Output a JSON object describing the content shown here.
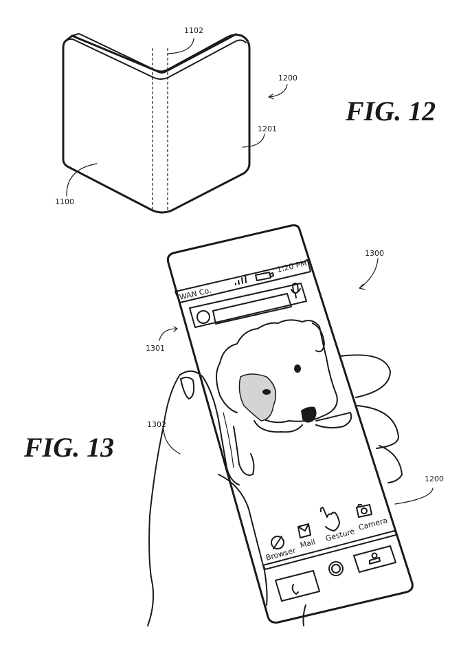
{
  "figures": [
    {
      "label": "FIG. 12",
      "references": {
        "device": "1200",
        "hinge": "1102",
        "display": "1100",
        "edge": "1201"
      }
    },
    {
      "label": "FIG. 13",
      "references": {
        "figure": "1300",
        "screen": "1301",
        "hand": "1302",
        "device": "1200"
      }
    }
  ],
  "phone_screen": {
    "carrier": "WAN Co.",
    "time": "1:20 PM",
    "status_icons": [
      "signal-icon",
      "battery-icon"
    ],
    "search_bar": {
      "value": "",
      "icons": [
        "circle-search-icon",
        "microphone-icon"
      ]
    },
    "wallpaper": "puppy-illustration",
    "apps": [
      {
        "label": "Browser",
        "icon": "browser-icon"
      },
      {
        "label": "Mail",
        "icon": "mail-icon"
      },
      {
        "label": "Gesture",
        "icon": "hand-pointer-icon"
      },
      {
        "label": "Camera",
        "icon": "camera-icon"
      }
    ],
    "nav_buttons": [
      {
        "name": "phone",
        "icon": "phone-icon"
      },
      {
        "name": "home",
        "icon": "home-circle-icon"
      },
      {
        "name": "contacts",
        "icon": "person-icon"
      }
    ]
  }
}
